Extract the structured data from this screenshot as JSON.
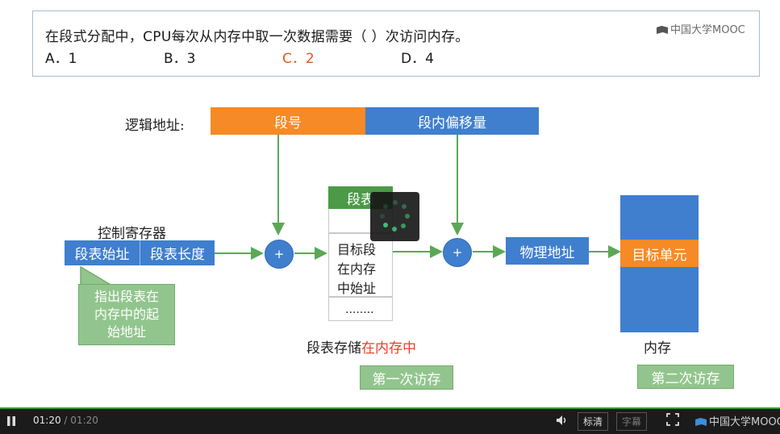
{
  "question": {
    "text": "在段式分配中，CPU每次从内存中取一次数据需要（    ）次访问内存。",
    "options": [
      {
        "label": "A．1",
        "correct": false
      },
      {
        "label": "B．3",
        "correct": false
      },
      {
        "label": "C．2",
        "correct": true
      },
      {
        "label": "D．4",
        "correct": false
      }
    ],
    "watermark": "中国大学MOOC"
  },
  "diagram": {
    "logical_address_label": "逻辑地址:",
    "segment_number": "段号",
    "segment_offset": "段内偏移量",
    "control_register_label": "控制寄存器",
    "seg_table_start": "段表始址",
    "seg_table_length": "段表长度",
    "callout_text": "指出段表在内存中的起始地址",
    "plus_symbol": "+",
    "seg_table_header": "段表",
    "seg_table_entry": "目标段在内存中始址",
    "seg_table_dots": "........",
    "seg_table_caption_black": "段表存储",
    "seg_table_caption_red": "在内存中",
    "first_access": "第一次访存",
    "physical_address": "物理地址",
    "target_unit": "目标单元",
    "memory_label": "内存",
    "second_access": "第二次访存"
  },
  "colors": {
    "orange": "#f58a26",
    "blue": "#3f7fce",
    "green": "#4c9a48",
    "callout_green": "#92c58d",
    "red": "#e8402a"
  },
  "player": {
    "current_time": "01:20",
    "separator": "/",
    "total_time": "01:20",
    "quality_button": "标清",
    "subtitle_button": "字幕",
    "brand": "中国大学MOOC",
    "progress": 1.0
  }
}
